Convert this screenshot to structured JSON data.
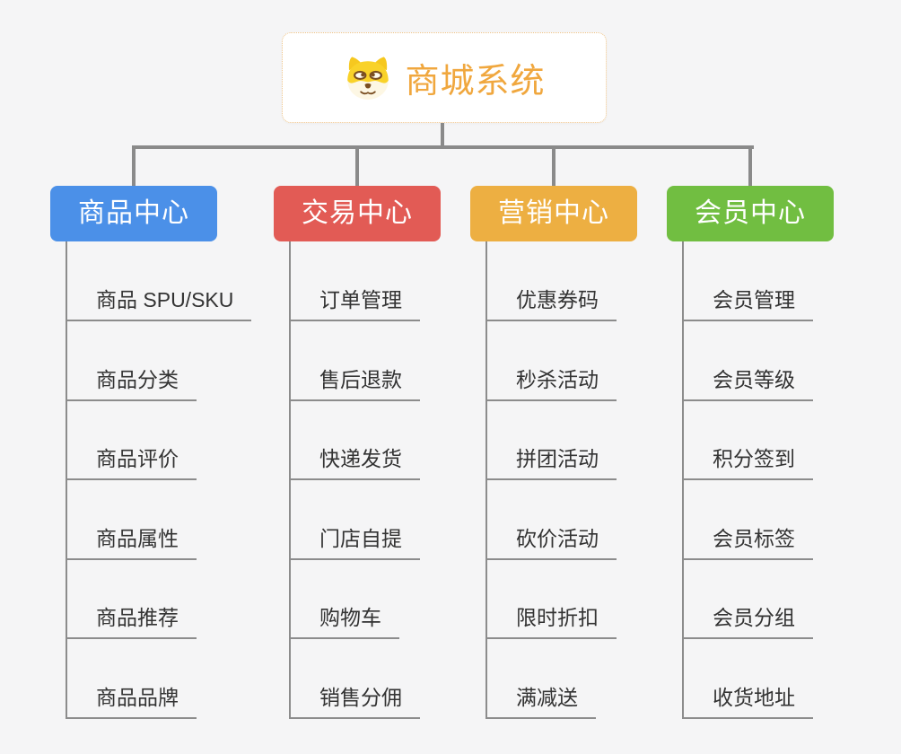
{
  "root": {
    "title": "商城系统",
    "icon": "dog-face-icon"
  },
  "branches": [
    {
      "label": "商品中心",
      "color": "#4b90e8",
      "items": [
        "商品 SPU/SKU",
        "商品分类",
        "商品评价",
        "商品属性",
        "商品推荐",
        "商品品牌"
      ]
    },
    {
      "label": "交易中心",
      "color": "#e25b55",
      "items": [
        "订单管理",
        "售后退款",
        "快递发货",
        "门店自提",
        "购物车",
        "销售分佣"
      ]
    },
    {
      "label": "营销中心",
      "color": "#edaf42",
      "items": [
        "优惠券码",
        "秒杀活动",
        "拼团活动",
        "砍价活动",
        "限时折扣",
        "满减送"
      ]
    },
    {
      "label": "会员中心",
      "color": "#71be41",
      "items": [
        "会员管理",
        "会员等级",
        "积分签到",
        "会员标签",
        "会员分组",
        "收货地址"
      ]
    }
  ],
  "colors": {
    "background": "#f5f5f6",
    "connector": "#8a8a8a",
    "root_text": "#f0a73e",
    "root_border": "#efc488",
    "leaf_text": "#333333",
    "leaf_line": "#8c8c8c"
  }
}
